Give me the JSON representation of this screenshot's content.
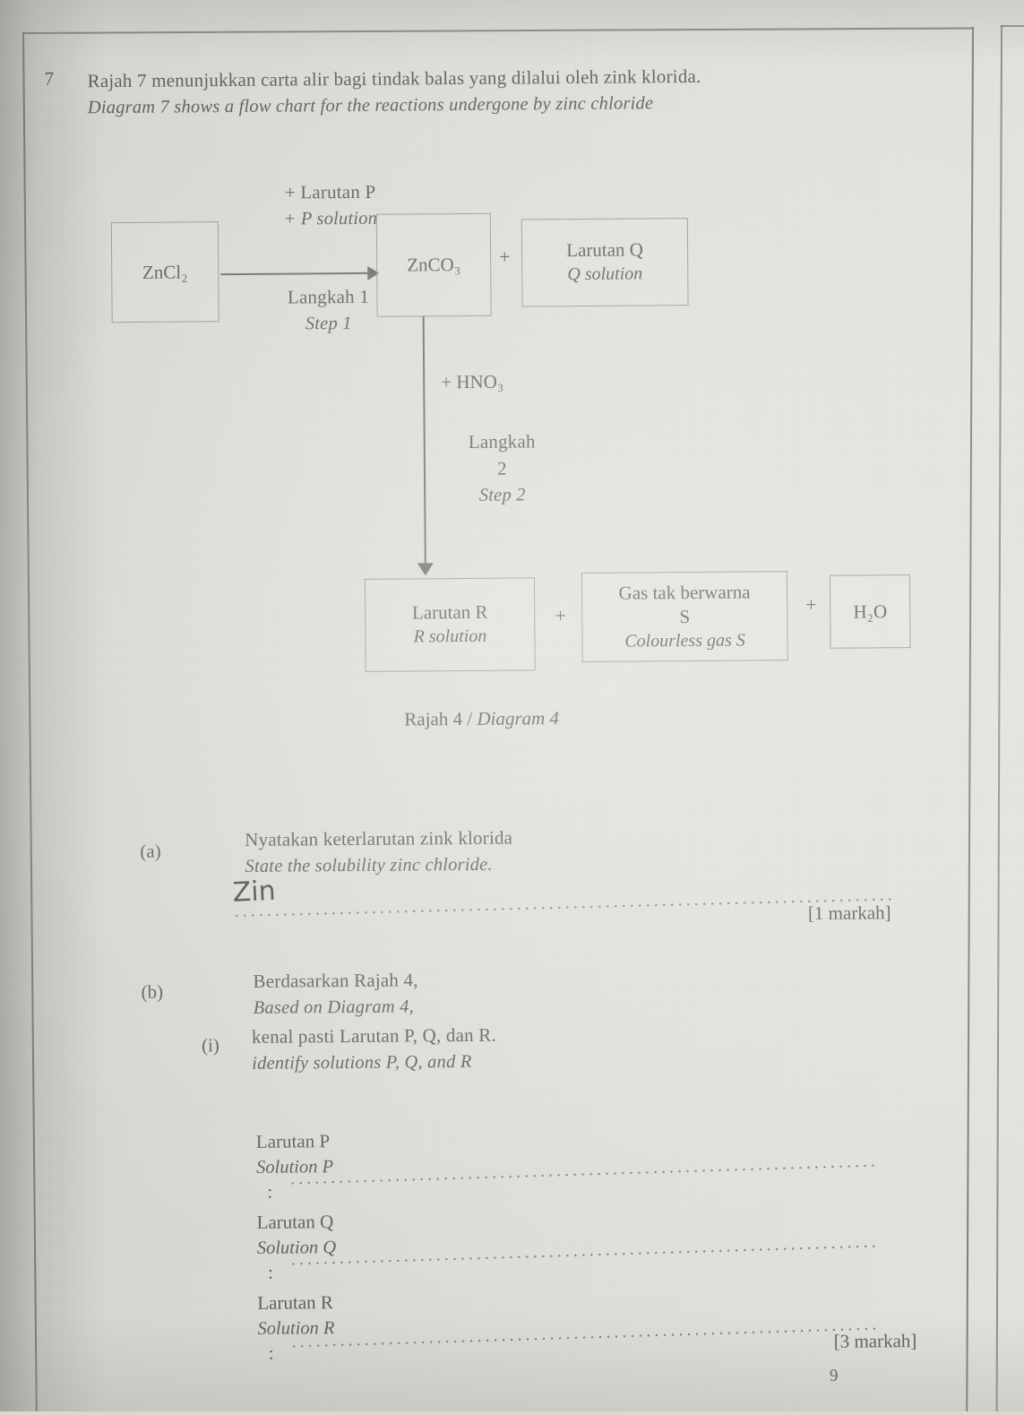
{
  "question": {
    "number": "7",
    "stem_ms": "Rajah 7 menunjukkan carta alir bagi tindak balas yang dilalui oleh zink klorida.",
    "stem_en": "Diagram 7 shows a flow chart for the reactions undergone by zinc chloride"
  },
  "flow_chart": {
    "reactant_box": "ZnCl₂",
    "arrow_label_above_ms": "+ Larutan P",
    "arrow_label_above_en": "+ P solution",
    "arrow_label_below_ms": "Langkah 1",
    "arrow_label_below_en": "Step 1",
    "product_box": "ZnCO₃",
    "plus_1": "+",
    "solution_q_ms": "Larutan Q",
    "solution_q_en": "Q solution",
    "vertical_reagent": "+ HNO₃",
    "vertical_step_ms": "Langkah",
    "vertical_step_number": "2",
    "vertical_step_en": "Step 2",
    "solution_r_ms": "Larutan R",
    "solution_r_en": "R solution",
    "plus_2": "+",
    "gas_ms_line1": "Gas tak berwarna",
    "gas_ms_line2": "S",
    "gas_en": "Colourless gas S",
    "plus_3": "+",
    "water_box": "H₂O",
    "caption_ms": "Rajah 4 /",
    "caption_en": "Diagram 4"
  },
  "part_a": {
    "label": "(a)",
    "text_ms": "Nyatakan keterlarutan zink klorida",
    "text_en": "State the solubility zinc chloride.",
    "handwritten_answer": "Zin",
    "marks": "[1 markah]"
  },
  "part_b": {
    "label": "(b)",
    "text_ms": "Berdasarkan Rajah 4,",
    "text_en": "Based on Diagram 4,",
    "sub_label": "(i)",
    "sub_text_ms": "kenal pasti Larutan P, Q, dan R.",
    "sub_text_en": "identify solutions P, Q, and R",
    "answers": [
      {
        "name_ms": "Larutan P",
        "name_en": "Solution P",
        "colon": ":"
      },
      {
        "name_ms": "Larutan Q",
        "name_en": "Solution Q",
        "colon": ":"
      },
      {
        "name_ms": "Larutan R",
        "name_en": "Solution R",
        "colon": ":"
      }
    ],
    "marks": "[3 markah]"
  },
  "footer": {
    "page_number": "9"
  }
}
